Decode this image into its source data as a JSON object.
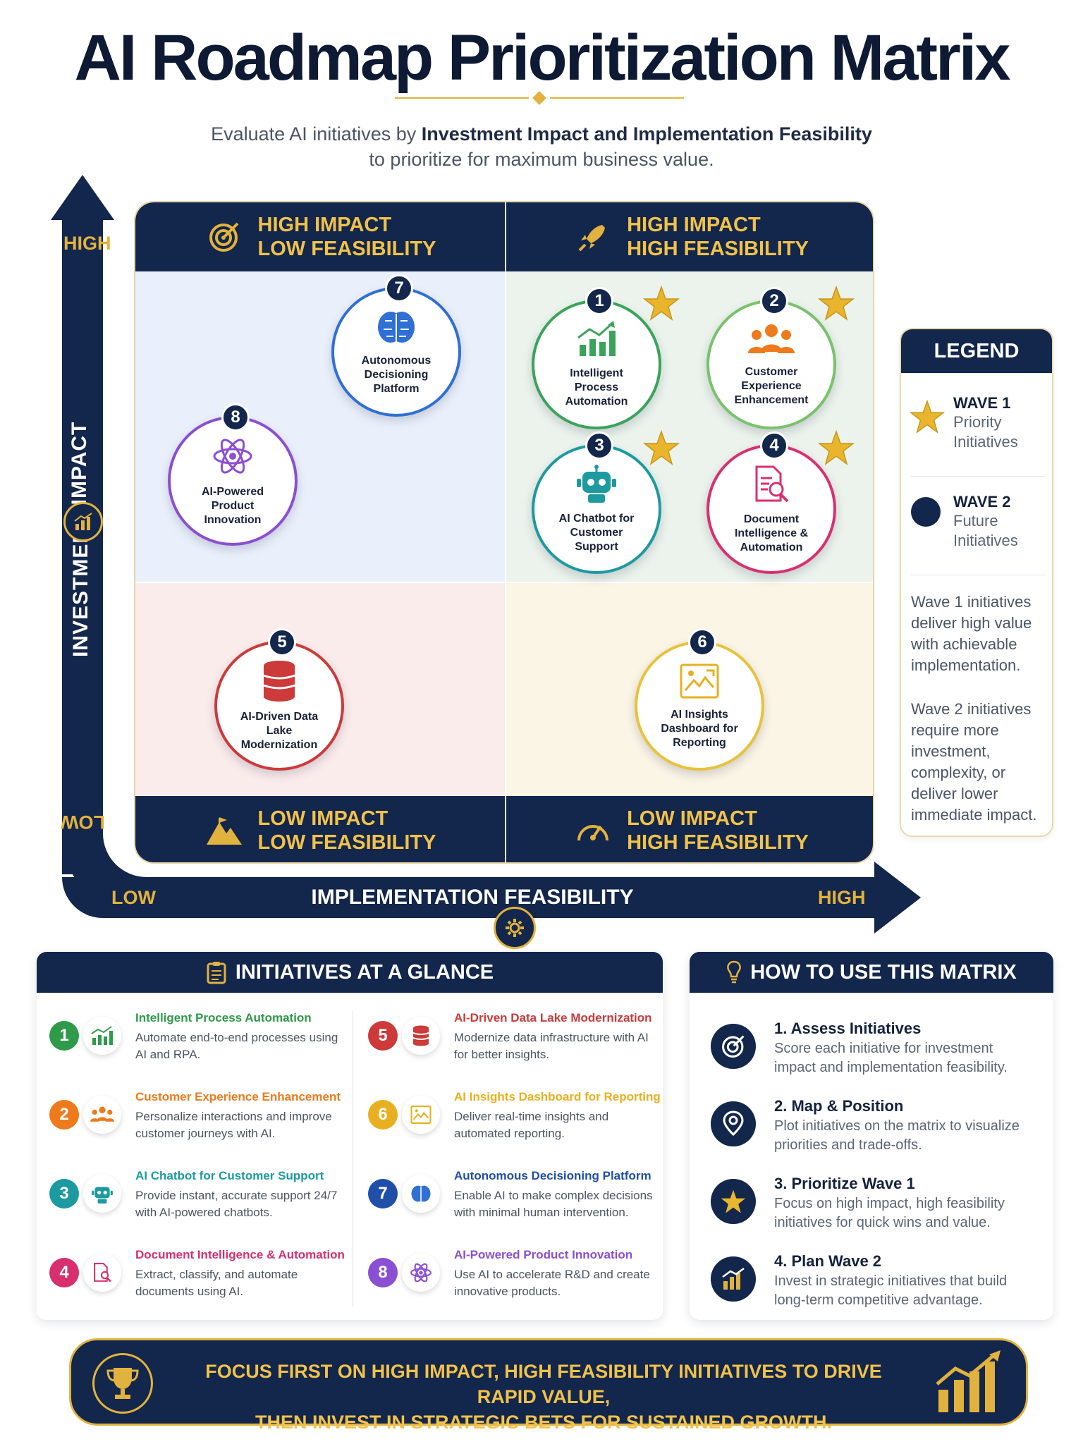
{
  "title": "AI Roadmap Prioritization Matrix",
  "subtitle": {
    "line1_pre": "Evaluate AI initiatives by ",
    "line1_bold": "Investment Impact and Implementation Feasibility",
    "line2": "to prioritize for maximum business value."
  },
  "axes": {
    "y_title_a": "INVESTMENT",
    "y_title_b": "IMPACT",
    "y_high": "HIGH",
    "y_low": "LOW",
    "x_title": "IMPLEMENTATION FEASIBILITY",
    "x_low": "LOW",
    "x_high": "HIGH"
  },
  "quadrants": {
    "tl": {
      "line1": "HIGH IMPACT",
      "line2": "LOW FEASIBILITY",
      "icon": "target-icon"
    },
    "tr": {
      "line1": "HIGH IMPACT",
      "line2": "HIGH FEASIBILITY",
      "icon": "rocket-icon"
    },
    "bl": {
      "line1": "LOW IMPACT",
      "line2": "LOW FEASIBILITY",
      "icon": "mountain-icon"
    },
    "br": {
      "line1": "LOW IMPACT",
      "line2": "HIGH FEASIBILITY",
      "icon": "gauge-icon"
    }
  },
  "bubbles": [
    {
      "num": "1",
      "label": "Intelligent Process Automation",
      "color": "#3aa35a",
      "icon": "chart-growth-icon",
      "wave": 1
    },
    {
      "num": "2",
      "label": "Customer Experience Enhancement",
      "color": "#79c26b",
      "icon": "users-icon",
      "wave": 1
    },
    {
      "num": "3",
      "label": "AI Chatbot for Customer Support",
      "color": "#1c9aa0",
      "icon": "robot-icon",
      "wave": 1
    },
    {
      "num": "4",
      "label": "Document Intelligence & Automation",
      "color": "#d8306f",
      "icon": "document-search-icon",
      "wave": 1
    },
    {
      "num": "5",
      "label": "AI-Driven Data Lake Modernization",
      "color": "#cc3a3a",
      "icon": "database-icon",
      "wave": 2
    },
    {
      "num": "6",
      "label": "AI Insights Dashboard for Reporting",
      "color": "#e8c23a",
      "icon": "dashboard-image-icon",
      "wave": 2
    },
    {
      "num": "7",
      "label": "Autonomous Decisioning Platform",
      "color": "#2f6fd6",
      "icon": "brain-icon",
      "wave": 2
    },
    {
      "num": "8",
      "label": "AI-Powered Product Innovation",
      "color": "#8a4fd3",
      "icon": "atom-icon",
      "wave": 2
    }
  ],
  "legend": {
    "title": "LEGEND",
    "wave1_title": "WAVE 1",
    "wave1_sub": "Priority Initiatives",
    "wave2_title": "WAVE 2",
    "wave2_sub": "Future Initiatives",
    "text1": "Wave 1 initiatives deliver high value with achievable implementation.",
    "text2": "Wave 2 initiatives require more investment, complexity, or deliver lower immediate impact."
  },
  "glance": {
    "title": "INITIATIVES AT A GLANCE",
    "items": [
      {
        "num": "1",
        "title": "Intelligent Process Automation",
        "desc": "Automate end-to-end processes using AI and RPA.",
        "color": "#2e9a4a"
      },
      {
        "num": "2",
        "title": "Customer Experience Enhancement",
        "desc": "Personalize interactions and improve customer journeys with AI.",
        "color": "#ee7a1c"
      },
      {
        "num": "3",
        "title": "AI Chatbot for Customer Support",
        "desc": "Provide instant, accurate support 24/7 with AI-powered chatbots.",
        "color": "#1c9aa0"
      },
      {
        "num": "4",
        "title": "Document Intelligence & Automation",
        "desc": "Extract, classify, and automate documents using AI.",
        "color": "#d8306f"
      },
      {
        "num": "5",
        "title": "AI-Driven Data Lake Modernization",
        "desc": "Modernize data infrastructure with AI for better insights.",
        "color": "#cc3a3a"
      },
      {
        "num": "6",
        "title": "AI Insights Dashboard for Reporting",
        "desc": "Deliver real-time insights and automated reporting.",
        "color": "#e8b020"
      },
      {
        "num": "7",
        "title": "Autonomous Decisioning Platform",
        "desc": "Enable AI to make complex decisions with minimal human intervention.",
        "color": "#1f4fa8"
      },
      {
        "num": "8",
        "title": "AI-Powered Product Innovation",
        "desc": "Use AI to accelerate R&D and create innovative products.",
        "color": "#8a4fd3"
      }
    ]
  },
  "howto": {
    "title": "HOW TO USE THIS MATRIX",
    "steps": [
      {
        "title": "1. Assess Initiatives",
        "desc": "Score each initiative for investment impact and implementation feasibility.",
        "icon": "target-icon"
      },
      {
        "title": "2. Map & Position",
        "desc": "Plot initiatives on the matrix to visualize priorities and trade-offs.",
        "icon": "map-pin-icon"
      },
      {
        "title": "3. Prioritize Wave 1",
        "desc": "Focus on high impact, high feasibility initiatives for quick wins and value.",
        "icon": "star-icon"
      },
      {
        "title": "4. Plan Wave 2",
        "desc": "Invest in strategic initiatives that build long-term competitive advantage.",
        "icon": "growth-chart-icon"
      }
    ]
  },
  "banner": {
    "line1": "FOCUS FIRST ON HIGH IMPACT, HIGH FEASIBILITY INITIATIVES TO DRIVE RAPID VALUE,",
    "line2": "THEN INVEST IN STRATEGIC BETS FOR SUSTAINED GROWTH."
  },
  "colors": {
    "navy": "#13264b",
    "gold": "#e2b23e"
  }
}
